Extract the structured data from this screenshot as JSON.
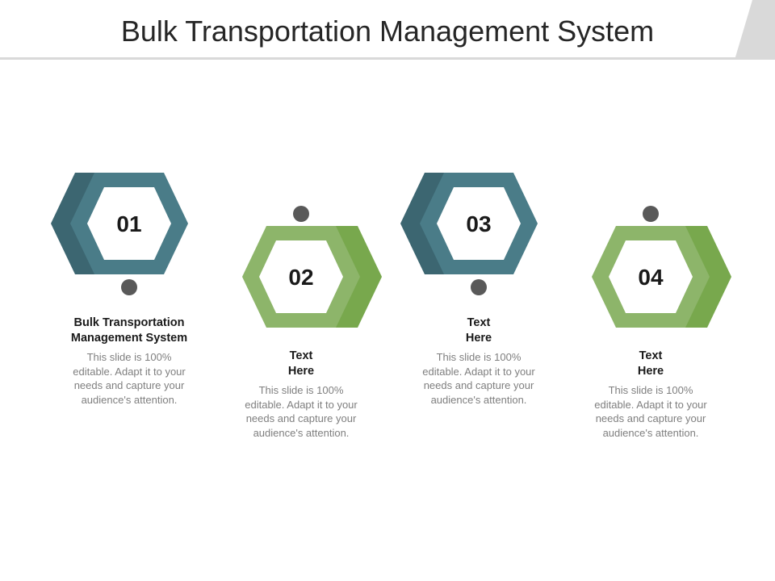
{
  "title": "Bulk Transportation Management System",
  "colors": {
    "teal": "#4a7c88",
    "teal_dark": "#3c6671",
    "green": "#8db56a",
    "green_dark": "#78a84d",
    "dot": "#595959",
    "heading": "#1a1a1a",
    "body": "#7f7f7f"
  },
  "steps": [
    {
      "number": "01",
      "color": "teal",
      "heading_line1": "Bulk Transportation",
      "heading_line2": "Management System",
      "body_lines": [
        "This slide is 100%",
        "editable. Adapt it to your",
        "needs and capture your",
        "audience's attention."
      ]
    },
    {
      "number": "02",
      "color": "green",
      "heading_line1": "Text",
      "heading_line2": "Here",
      "body_lines": [
        "This slide is 100%",
        "editable. Adapt it to your",
        "needs and capture your",
        "audience's attention."
      ]
    },
    {
      "number": "03",
      "color": "teal",
      "heading_line1": "Text",
      "heading_line2": "Here",
      "body_lines": [
        "This slide is 100%",
        "editable. Adapt it to your",
        "needs and capture your",
        "audience's attention."
      ]
    },
    {
      "number": "04",
      "color": "green",
      "heading_line1": "Text",
      "heading_line2": "Here",
      "body_lines": [
        "This slide is 100%",
        "editable. Adapt it to your",
        "needs and capture your",
        "audience's attention."
      ]
    }
  ]
}
